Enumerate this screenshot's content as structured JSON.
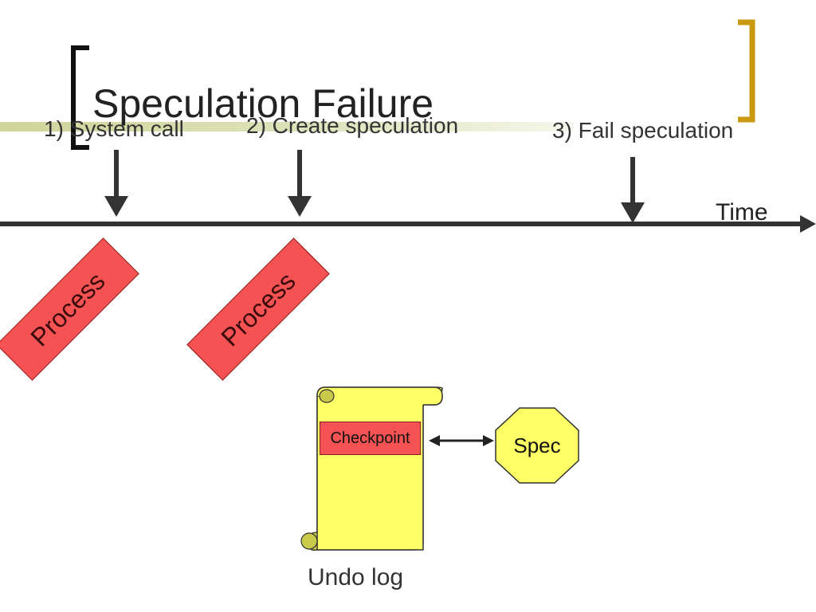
{
  "title": "Speculation Failure",
  "steps": {
    "system_call": "1) System call",
    "create_speculation": "2) Create speculation",
    "fail_speculation": "3) Fail speculation"
  },
  "timeline": {
    "label": "Time"
  },
  "processes": [
    {
      "label": "Process"
    },
    {
      "label": "Process"
    }
  ],
  "undo_log": {
    "caption": "Undo log",
    "checkpoint_label": "Checkpoint"
  },
  "spec": {
    "label": "Spec"
  },
  "colors": {
    "process_fill": "#f55353",
    "log_fill": "#ffff66",
    "spec_fill": "#ffff66",
    "bracket_right": "#c99a10",
    "accent_bar": "#d4d9a6"
  }
}
